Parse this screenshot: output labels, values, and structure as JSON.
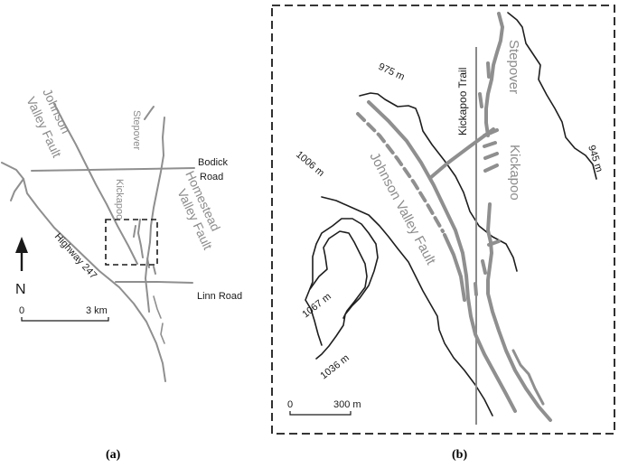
{
  "panel_a": {
    "caption": "(a)",
    "labels": {
      "johnson_valley_fault": [
        "Johnson",
        "Valley Fault"
      ],
      "stepover": "Stepover",
      "kickapoo": "Kickapoo",
      "homestead_valley_fault": [
        "Homestead",
        "Valley Fault"
      ],
      "bodick_road": [
        "Bodick",
        "Road"
      ],
      "linn_road": "Linn Road",
      "highway_247": "Highway 247",
      "north": "N"
    },
    "scale_bar": {
      "start": "0",
      "end": "3 km"
    }
  },
  "panel_b": {
    "caption": "(b)",
    "labels": {
      "kickapoo_trail": "Kickapoo Trail",
      "stepover": "Stepover",
      "kickapoo": "Kickapoo",
      "johnson_valley_fault": "Johnson Valley Fault"
    },
    "contours": {
      "c975": "975 m",
      "c945": "945 m",
      "c1006": "1006 m",
      "c1067": "1067 m",
      "c1036": "1036 m"
    },
    "scale_bar": {
      "start": "0",
      "end": "300 m"
    }
  }
}
